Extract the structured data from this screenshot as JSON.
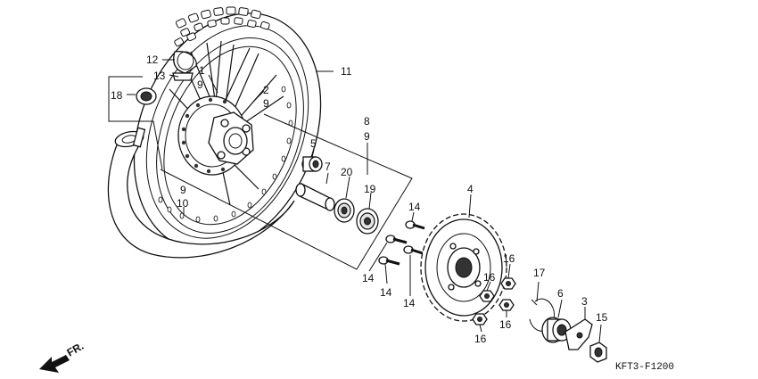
{
  "diagram_code": "KFT3-F1200",
  "front_label": "FR.",
  "callouts": [
    {
      "id": "c12",
      "text": "12"
    },
    {
      "id": "c13",
      "text": "13"
    },
    {
      "id": "c1",
      "text": "1"
    },
    {
      "id": "c9a",
      "text": "9"
    },
    {
      "id": "c18",
      "text": "18"
    },
    {
      "id": "c11",
      "text": "11"
    },
    {
      "id": "c2",
      "text": "2"
    },
    {
      "id": "c9b",
      "text": "9"
    },
    {
      "id": "c8",
      "text": "8"
    },
    {
      "id": "c9c",
      "text": "9"
    },
    {
      "id": "c5",
      "text": "5"
    },
    {
      "id": "c7",
      "text": "7"
    },
    {
      "id": "c20",
      "text": "20"
    },
    {
      "id": "c19",
      "text": "19"
    },
    {
      "id": "c9d",
      "text": "9"
    },
    {
      "id": "c10",
      "text": "10"
    },
    {
      "id": "c4",
      "text": "4"
    },
    {
      "id": "c14a",
      "text": "14"
    },
    {
      "id": "c14b",
      "text": "14"
    },
    {
      "id": "c14c",
      "text": "14"
    },
    {
      "id": "c14d",
      "text": "14"
    },
    {
      "id": "c16a",
      "text": "16"
    },
    {
      "id": "c16b",
      "text": "16"
    },
    {
      "id": "c16c",
      "text": "16"
    },
    {
      "id": "c16d",
      "text": "16"
    },
    {
      "id": "c17",
      "text": "17"
    },
    {
      "id": "c6",
      "text": "6"
    },
    {
      "id": "c3",
      "text": "3"
    },
    {
      "id": "c15",
      "text": "15"
    }
  ]
}
